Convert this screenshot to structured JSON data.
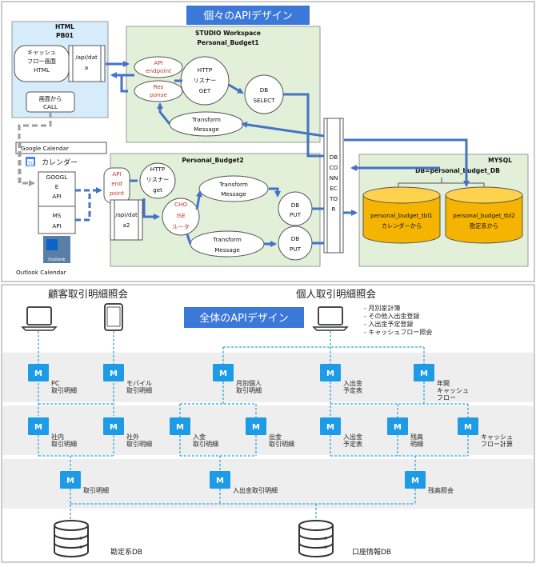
{
  "colors": {
    "blue_arrow": "#4472c4",
    "m_box": "#1e9be6",
    "dashed_line": "#27a3e0",
    "html_panel": "#d6ecfa",
    "studio_panel": "#e2efd9",
    "db_cylinder": "#f5b400",
    "title_badge": "#3b78d8",
    "band": "#eeeeee"
  },
  "top": {
    "title": "個々のAPIデザイン",
    "html_panel": {
      "title1": "HTML",
      "title2": "PB01",
      "page_lines": [
        "キャッシュ",
        "フロー画面",
        "HTML"
      ],
      "api_lines": [
        "/api/dat",
        "a"
      ],
      "call_lines": [
        "画面から",
        "CALL"
      ]
    },
    "studio1": {
      "title1": "STUDIO Workspace",
      "title2": "Personal_Budget1",
      "api_endpoint": [
        "API",
        "endpoint"
      ],
      "response": [
        "Res",
        "ponse"
      ],
      "http_get": [
        "HTTP",
        "リスナー",
        "GET"
      ],
      "db_select": [
        "DB",
        "SELECT"
      ],
      "transform": [
        "Transform",
        "Message"
      ]
    },
    "google": {
      "label": "Google Calendar",
      "logo_text": "カレンダー",
      "logo_num": "31",
      "api_lines": [
        "GOOGL",
        "E",
        "API"
      ]
    },
    "ms": {
      "api_lines": [
        "MS",
        "API"
      ],
      "logo_text": "Outlook",
      "label": "Outlook Calendar"
    },
    "studio2": {
      "title": "Personal_Budget2",
      "api_endpoint": [
        "API",
        "end",
        "point"
      ],
      "http_get": [
        "HTTP",
        "リスナー",
        "get"
      ],
      "api_data2": [
        "/api/dat",
        "a2"
      ],
      "choise": [
        "CHO",
        "ISE",
        "ルータ"
      ],
      "transform1": [
        "Transform",
        "Message"
      ],
      "transform2": [
        "Transform",
        "Message"
      ],
      "db_put1": [
        "DB",
        "PUT"
      ],
      "db_put2": [
        "DB",
        "PUT"
      ]
    },
    "connector": {
      "letters": [
        "DB",
        "CO",
        "NN",
        "EC",
        "TO",
        "R"
      ]
    },
    "mysql": {
      "title1": "MYSQL",
      "title2": "DB=personal_budget_DB",
      "tbl1": [
        "personal_budget_tbl1",
        "カレンダーから"
      ],
      "tbl2": [
        "personal_budget_tbl2",
        "勘定系から"
      ]
    }
  },
  "bottom": {
    "title": "全体のAPIデザイン",
    "heading_left": "顧客取引明細照会",
    "heading_right": "個人取引明細照会",
    "notes": [
      "- 月別家計簿",
      "- その他入出金登録",
      "- 入出金予定登録",
      "- キャッシュフロー照会"
    ],
    "m_letter": "M",
    "row1": [
      {
        "lines": [
          "PC",
          "取引明細"
        ]
      },
      {
        "lines": [
          "モバイル",
          "取引明細"
        ]
      },
      {
        "lines": [
          "月別個人",
          "取引明細"
        ]
      },
      {
        "lines": [
          "入出金",
          "予定表"
        ]
      },
      {
        "lines": [
          "年間",
          "キャッシュ",
          "フロー"
        ]
      }
    ],
    "row2": [
      {
        "lines": [
          "社内",
          "取引明細"
        ]
      },
      {
        "lines": [
          "社外",
          "取引明細"
        ]
      },
      {
        "lines": [
          "入金",
          "取引明細"
        ]
      },
      {
        "lines": [
          "出金",
          "取引明細"
        ]
      },
      {
        "lines": [
          "入出金",
          "予定表"
        ]
      },
      {
        "lines": [
          "残高",
          "明細"
        ]
      },
      {
        "lines": [
          "キャッシュ",
          "フロー計算"
        ]
      }
    ],
    "row3": [
      {
        "lines": [
          "取引明細"
        ]
      },
      {
        "lines": [
          "入出金取引明細"
        ]
      },
      {
        "lines": [
          "残高照会"
        ]
      }
    ],
    "db_left": "勘定系DB",
    "db_right": "口座情報DB"
  }
}
